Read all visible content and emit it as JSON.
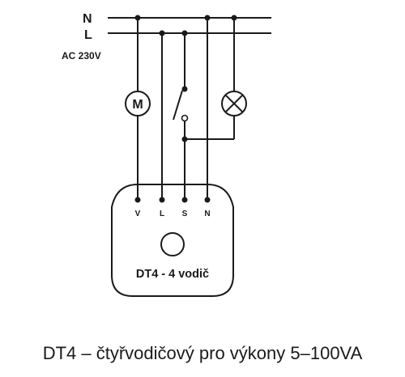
{
  "diagram": {
    "lines": {
      "neutral": "N",
      "live": "L",
      "voltage": "AC 230V"
    },
    "motor_symbol": "M",
    "module": {
      "terminals": [
        "V",
        "L",
        "S",
        "N"
      ],
      "name": "DT4 - 4 vodič"
    }
  },
  "caption": "DT4 – čtyřvodičový pro výkony 5–100VA",
  "colors": {
    "ink": "#1a1a1a",
    "background": "#ffffff"
  }
}
